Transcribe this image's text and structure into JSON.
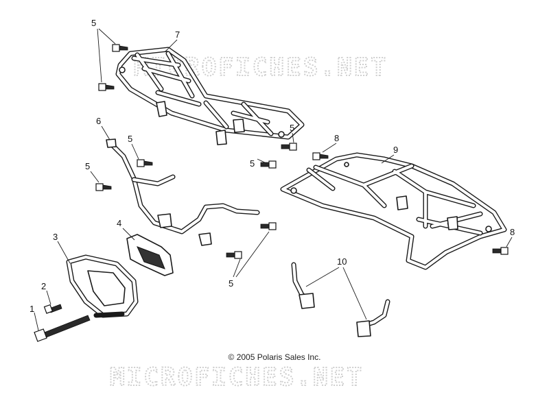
{
  "watermark": "MICROFICHES.NET",
  "copyright": "© 2005 Polaris Sales Inc.",
  "callouts": {
    "c1": "1",
    "c2": "2",
    "c3": "3",
    "c4": "4",
    "c5a": "5",
    "c5b": "5",
    "c5c": "5",
    "c5d": "5",
    "c5e": "5",
    "c5f": "5",
    "c6": "6",
    "c7": "7",
    "c8a": "8",
    "c8b": "8",
    "c9": "9",
    "c10": "10"
  },
  "colors": {
    "line": "#1a1a1a",
    "watermark": "#cfcfcf",
    "background": "#ffffff"
  }
}
